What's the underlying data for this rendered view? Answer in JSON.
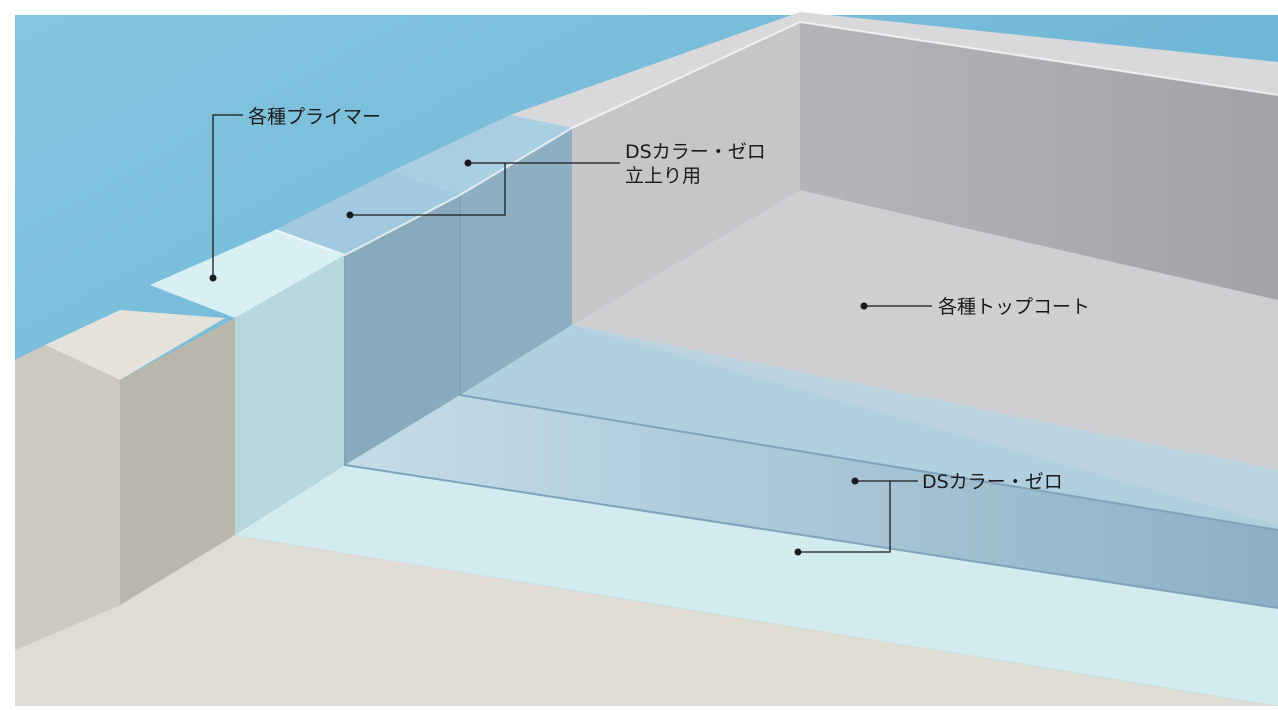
{
  "labels": {
    "primer": "各種プライマー",
    "riser_line1": "DSカラー・ゼロ",
    "riser_line2": "立上り用",
    "topcoat": "各種トップコート",
    "base": "DSカラー・ゼロ"
  },
  "colors": {
    "sky": "#6fb8d8",
    "concrete": "#d6d4cc",
    "wall": "#a9aaad",
    "floor": "#cfcfd1",
    "membrane": "#8fb4cc",
    "primer": "#d4edf2"
  }
}
